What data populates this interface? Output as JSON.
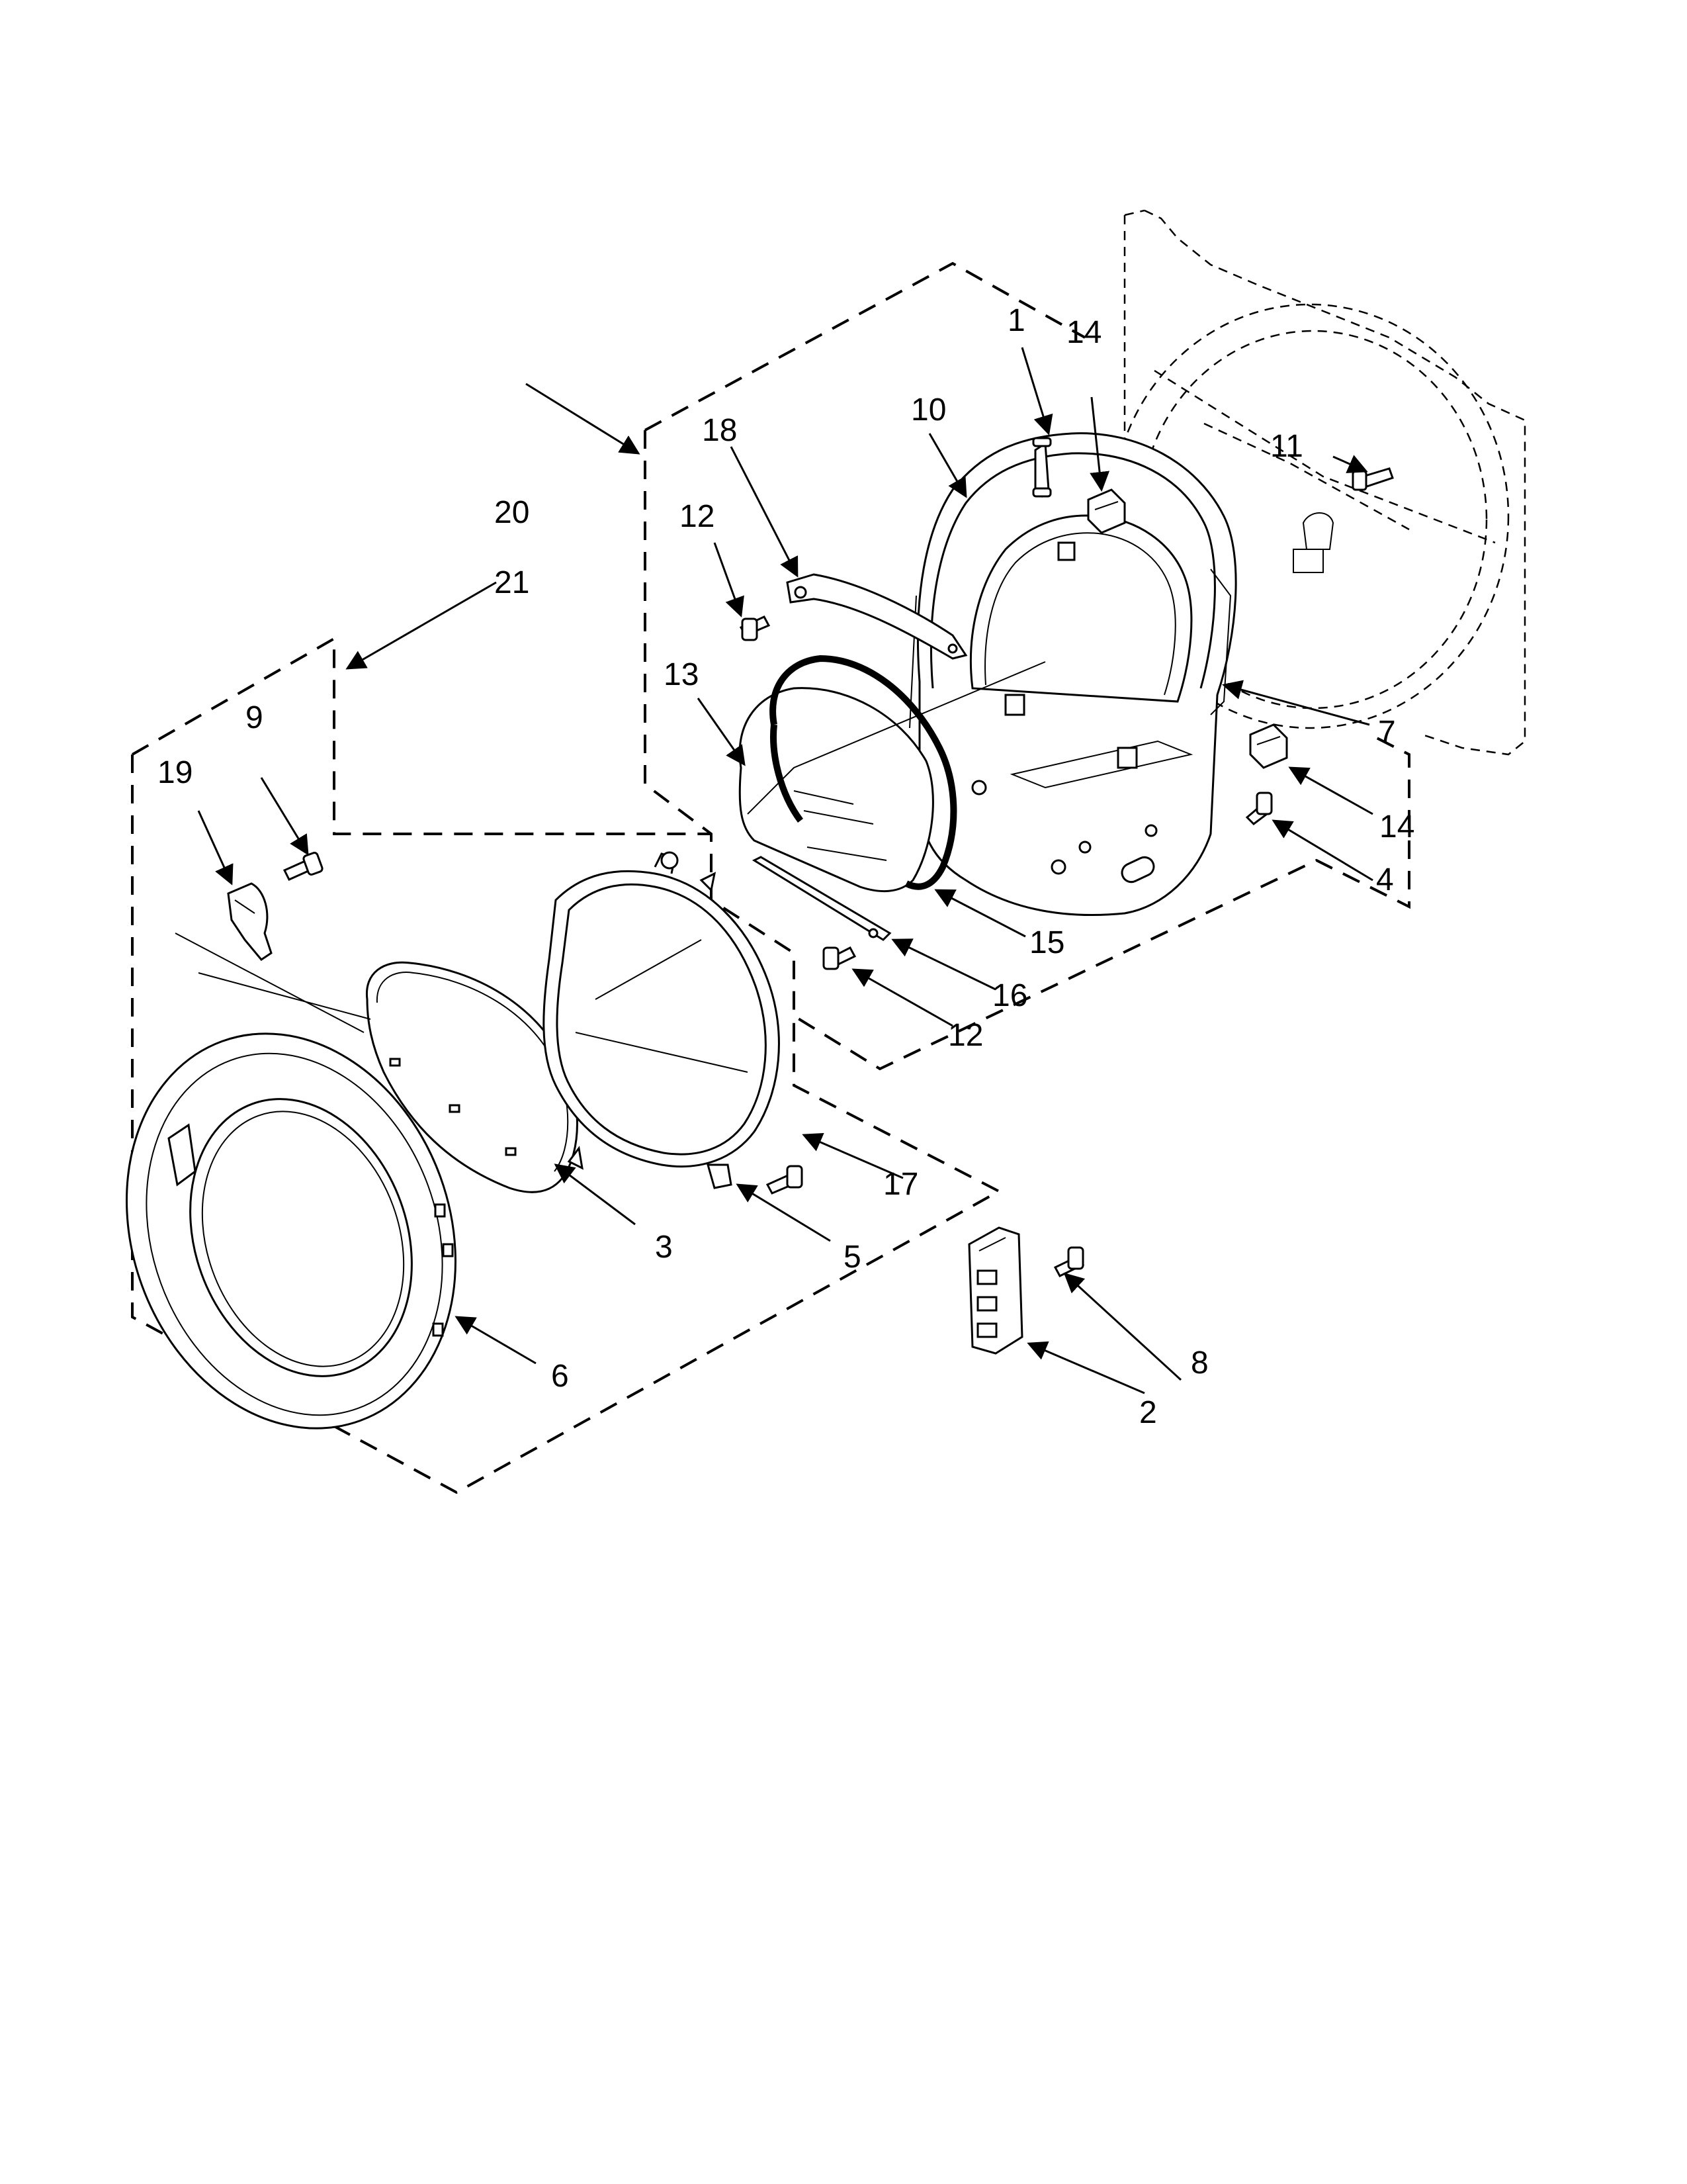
{
  "diagram": {
    "callouts": [
      {
        "id": "c1",
        "label": "1"
      },
      {
        "id": "c2",
        "label": "2"
      },
      {
        "id": "c3",
        "label": "3"
      },
      {
        "id": "c4",
        "label": "4"
      },
      {
        "id": "c5",
        "label": "5"
      },
      {
        "id": "c6",
        "label": "6"
      },
      {
        "id": "c7",
        "label": "7"
      },
      {
        "id": "c8",
        "label": "8"
      },
      {
        "id": "c9",
        "label": "9"
      },
      {
        "id": "c10",
        "label": "10"
      },
      {
        "id": "c11",
        "label": "11"
      },
      {
        "id": "c12a",
        "label": "12"
      },
      {
        "id": "c12b",
        "label": "12"
      },
      {
        "id": "c13",
        "label": "13"
      },
      {
        "id": "c14a",
        "label": "14"
      },
      {
        "id": "c14b",
        "label": "14"
      },
      {
        "id": "c15",
        "label": "15"
      },
      {
        "id": "c16",
        "label": "16"
      },
      {
        "id": "c17",
        "label": "17"
      },
      {
        "id": "c18",
        "label": "18"
      },
      {
        "id": "c19",
        "label": "19"
      },
      {
        "id": "c20",
        "label": "20"
      },
      {
        "id": "c21",
        "label": "21"
      }
    ]
  }
}
